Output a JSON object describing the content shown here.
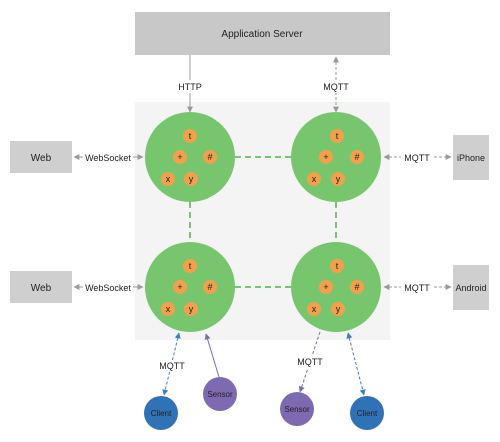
{
  "server": {
    "label": "Application Server"
  },
  "links": {
    "http": "HTTP",
    "mqtt_top": "MQTT",
    "ws_top": "WebSocket",
    "ws_bottom": "WebSocket",
    "mqtt_right_top": "MQTT",
    "mqtt_right_bottom": "MQTT",
    "mqtt_bottom_left": "MQTT",
    "mqtt_bottom_right": "MQTT"
  },
  "endpoints": {
    "web_top": "Web",
    "web_bottom": "Web",
    "iphone": "iPhone",
    "android": "Android"
  },
  "node_labels": {
    "t": "t",
    "plus": "+",
    "hash": "#",
    "x": "x",
    "y": "y"
  },
  "devices": {
    "client_left": "Client",
    "sensor_left": "Sensor",
    "sensor_right": "Sensor",
    "client_right": "Client"
  },
  "colors": {
    "server_fill": "#c8c8c8",
    "box_fill": "#cfcfcf",
    "node_fill": "#77c66e",
    "dot_fill": "#f3a04c",
    "connector": "#77c66e",
    "client_fill": "#2f72b6",
    "sensor_fill": "#7d6ab0",
    "cluster_bg": "#f4f4f4"
  }
}
